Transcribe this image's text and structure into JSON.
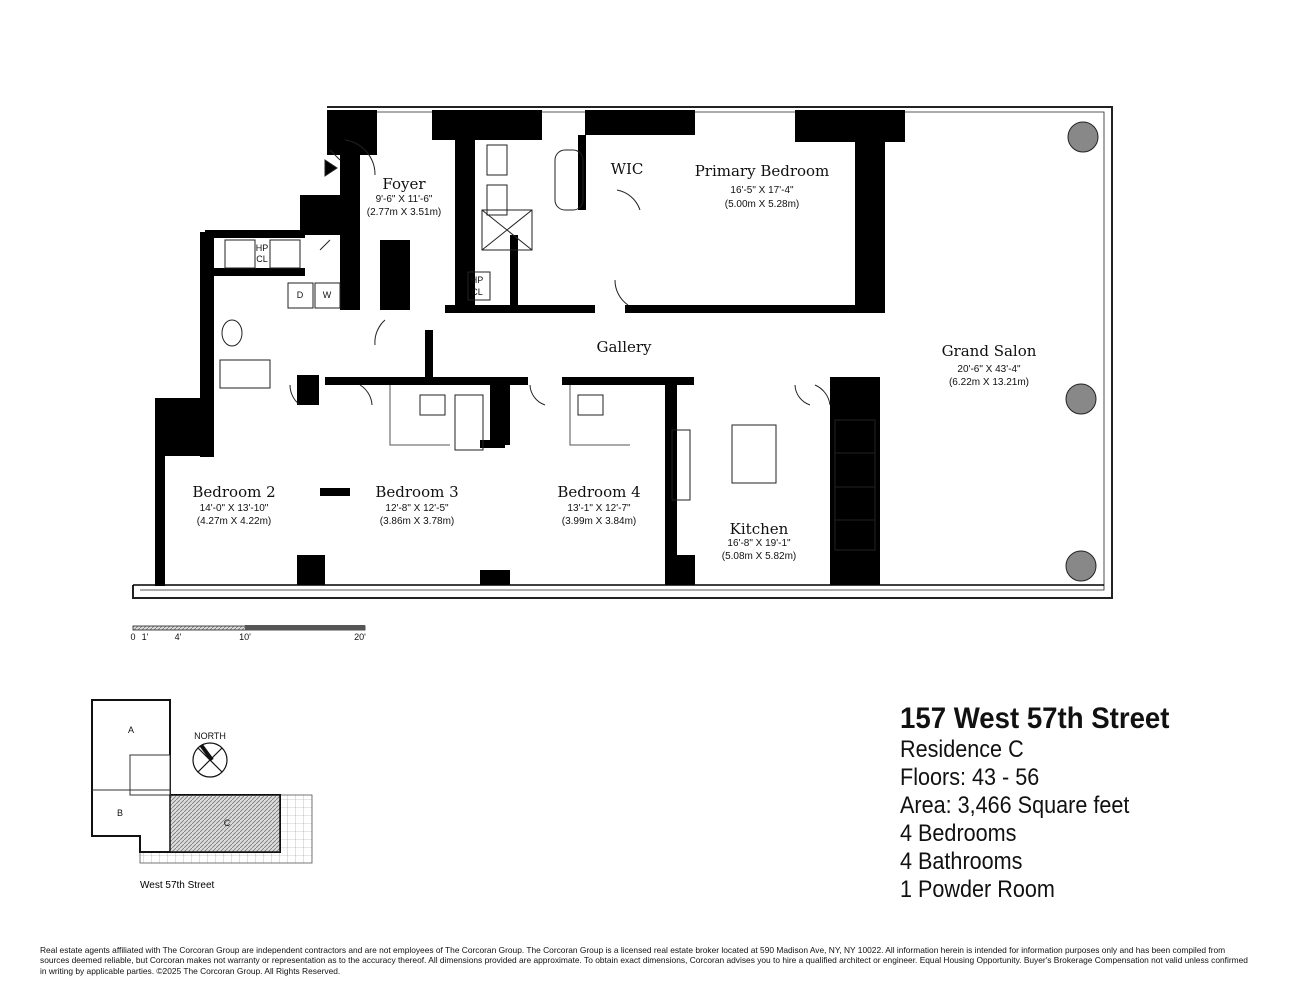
{
  "rooms": {
    "foyer": {
      "name": "Foyer",
      "imperial": "9'-6\" X 11'-6\"",
      "metric": "(2.77m X 3.51m)"
    },
    "wic": {
      "name": "WIC"
    },
    "primary_bedroom": {
      "name": "Primary Bedroom",
      "imperial": "16'-5\" X 17'-4\"",
      "metric": "(5.00m X 5.28m)"
    },
    "gallery": {
      "name": "Gallery"
    },
    "grand_salon": {
      "name": "Grand Salon",
      "imperial": "20'-6\" X 43'-4\"",
      "metric": "(6.22m X 13.21m)"
    },
    "bedroom_2": {
      "name": "Bedroom 2",
      "imperial": "14'-0\" X 13'-10\"",
      "metric": "(4.27m X 4.22m)"
    },
    "bedroom_3": {
      "name": "Bedroom 3",
      "imperial": "12'-8\" X 12'-5\"",
      "metric": "(3.86m X 3.78m)"
    },
    "bedroom_4": {
      "name": "Bedroom 4",
      "imperial": "13'-1\" X 12'-7\"",
      "metric": "(3.99m X 3.84m)"
    },
    "kitchen": {
      "name": "Kitchen",
      "imperial": "16'-8\" X 19'-1\"",
      "metric": "(5.08m X 5.82m)"
    }
  },
  "fixtures": {
    "hp": "HP",
    "cl": "CL",
    "dryer": "D",
    "washer": "W"
  },
  "scale_bar": {
    "ticks": [
      "0",
      "1'",
      "4'",
      "10'",
      "20'"
    ]
  },
  "key_plan": {
    "units": [
      "A",
      "B",
      "C"
    ],
    "north_label": "NORTH",
    "street": "West 57th Street",
    "highlighted_unit": "C"
  },
  "listing": {
    "address": "157 West 57th Street",
    "residence": "Residence  C",
    "floors": "Floors:  43 - 56",
    "area": "Area:  3,466 Square feet",
    "bedrooms": "4 Bedrooms",
    "bathrooms": "4 Bathrooms",
    "powder": "1 Powder Room"
  },
  "disclaimer": "Real estate agents affiliated with The Corcoran Group are independent contractors and are not employees of The Corcoran Group. The Corcoran Group is a licensed real estate broker located at 590 Madison Ave, NY, NY 10022. All information herein is intended for information purposes only and has been compiled from sources deemed reliable, but Corcoran makes not warranty or representation as to the accuracy thereof. All dimensions provided are approximate. To obtain exact dimensions, Corcoran advises you to hire a qualified architect or engineer. Equal Housing Opportunity. Buyer's Brokerage Compensation not valid unless confirmed in writing by applicable parties. ©2025 The Corcoran Group. All Rights Reserved.",
  "colors": {
    "wall": "#000000",
    "column": "#888888",
    "hatch": "#bbbbbb"
  }
}
